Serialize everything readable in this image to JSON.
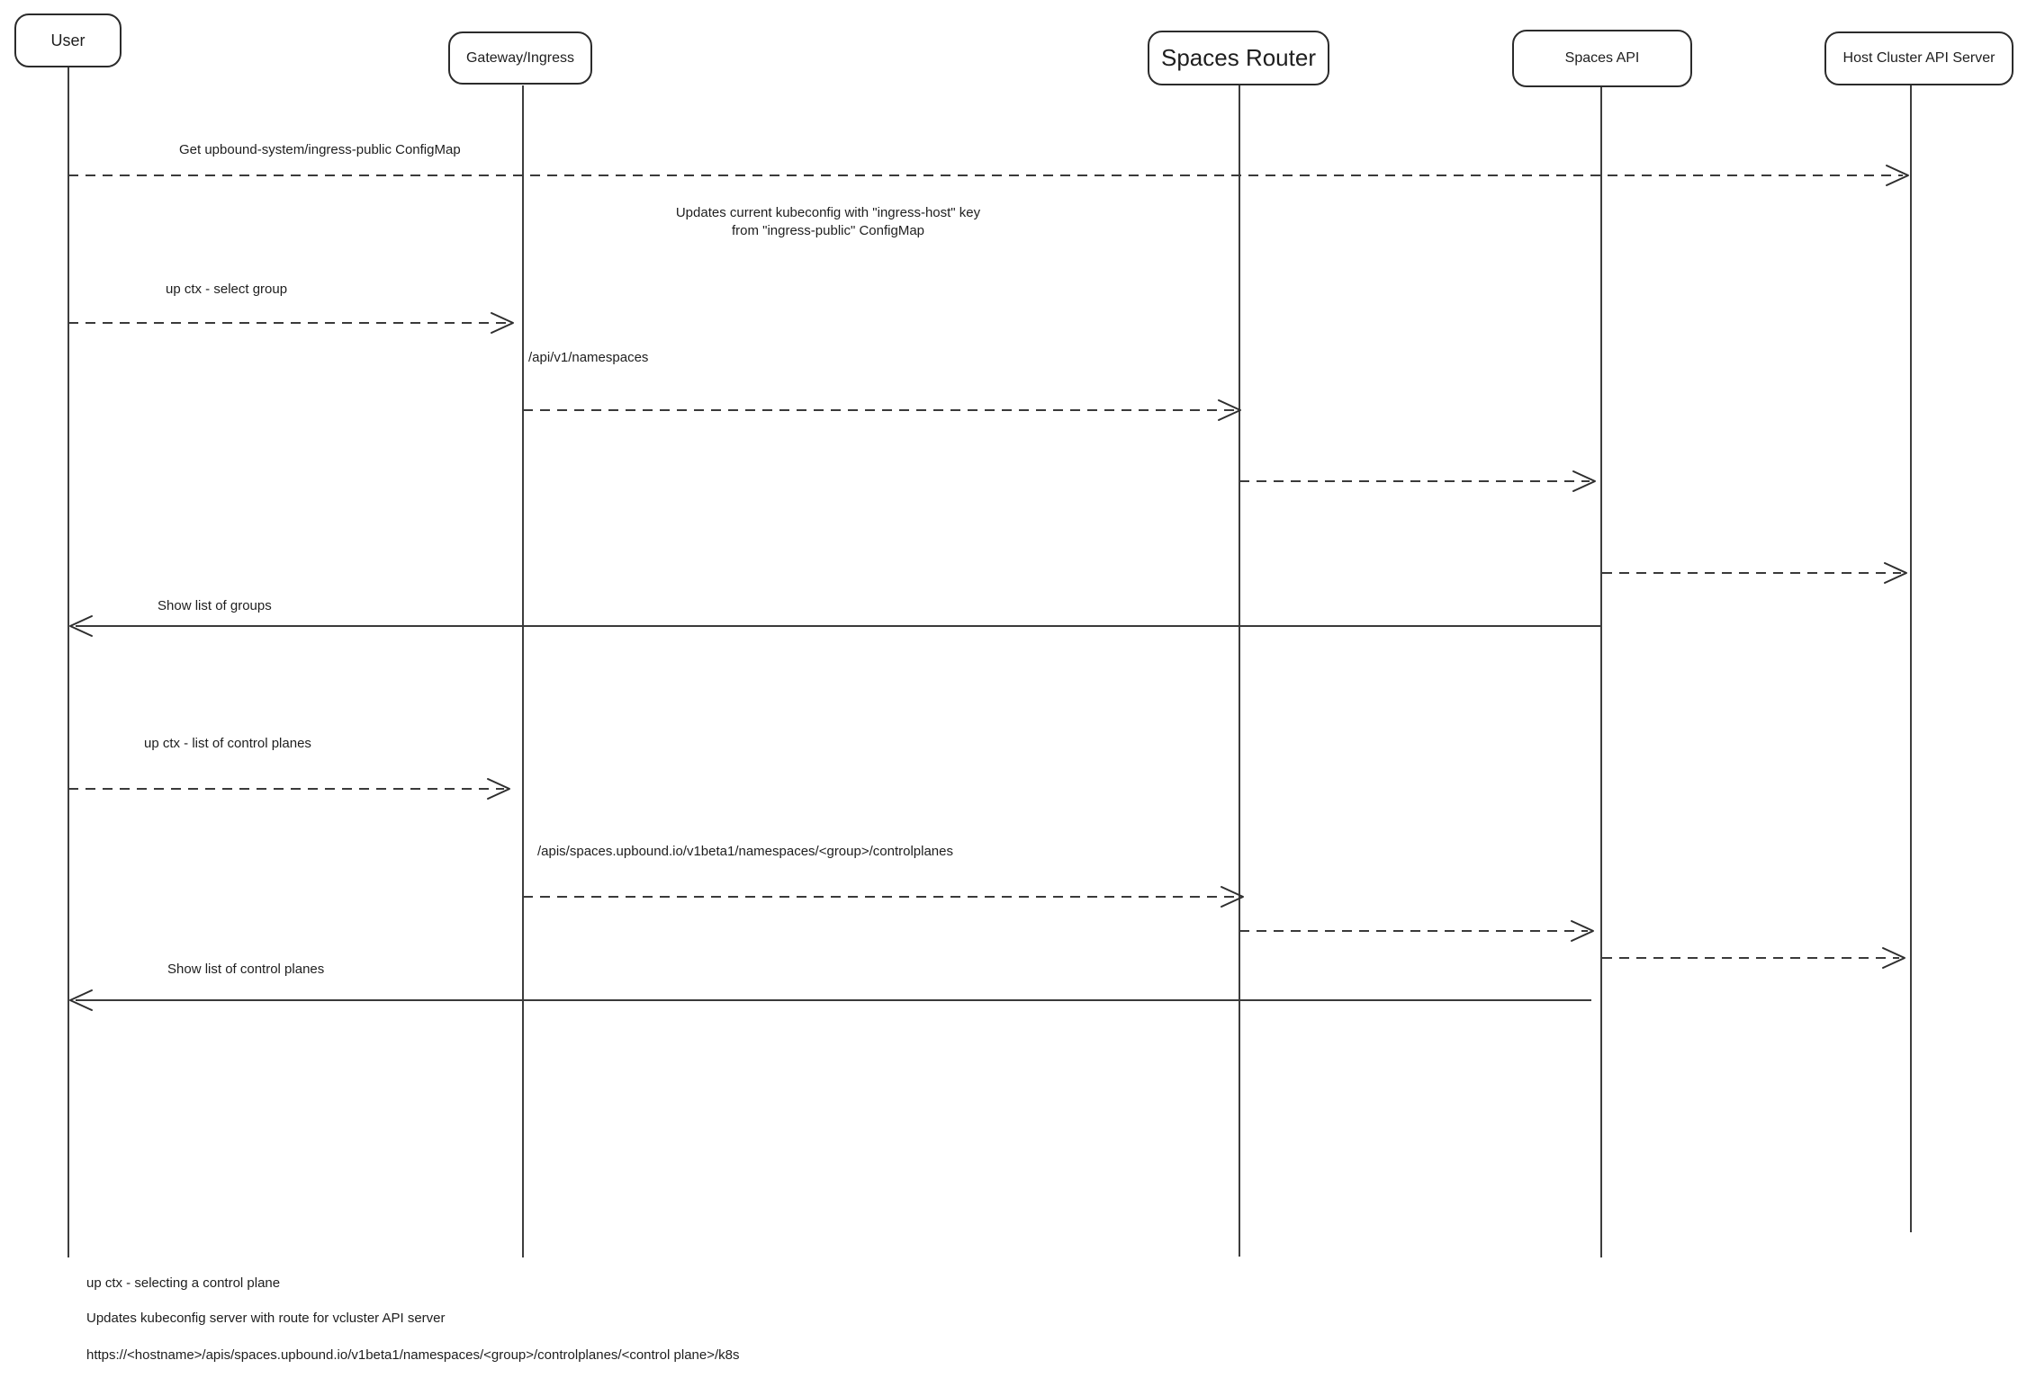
{
  "diagram": {
    "type": "sequence-diagram",
    "colors": {
      "stroke": "#3a3a3a",
      "box_border": "#2b2b2b",
      "text": "#1e1e1e",
      "background": "#ffffff"
    }
  },
  "actors": [
    {
      "label": "User"
    },
    {
      "label": "Gateway/Ingress"
    },
    {
      "label": "Spaces Router"
    },
    {
      "label": "Spaces API"
    },
    {
      "label": "Host Cluster API Server"
    }
  ],
  "messages": {
    "get_configmap": "Get upbound-system/ingress-public ConfigMap",
    "kubeconfig_note_line1": "Updates current kubeconfig with \"ingress-host\" key",
    "kubeconfig_note_line2": "from \"ingress-public\" ConfigMap",
    "select_group": "up ctx - select group",
    "api_namespaces": "/api/v1/namespaces",
    "show_groups": "Show list of groups",
    "list_control_planes": "up ctx - list of control planes",
    "apis_controlplanes": "/apis/spaces.upbound.io/v1beta1/namespaces/<group>/controlplanes",
    "show_control_planes": "Show list of control planes"
  },
  "footnotes": [
    "up ctx - selecting a control plane",
    "Updates kubeconfig server with route for vcluster API server",
    "https://<hostname>/apis/spaces.upbound.io/v1beta1/namespaces/<group>/controlplanes/<control plane>/k8s"
  ]
}
